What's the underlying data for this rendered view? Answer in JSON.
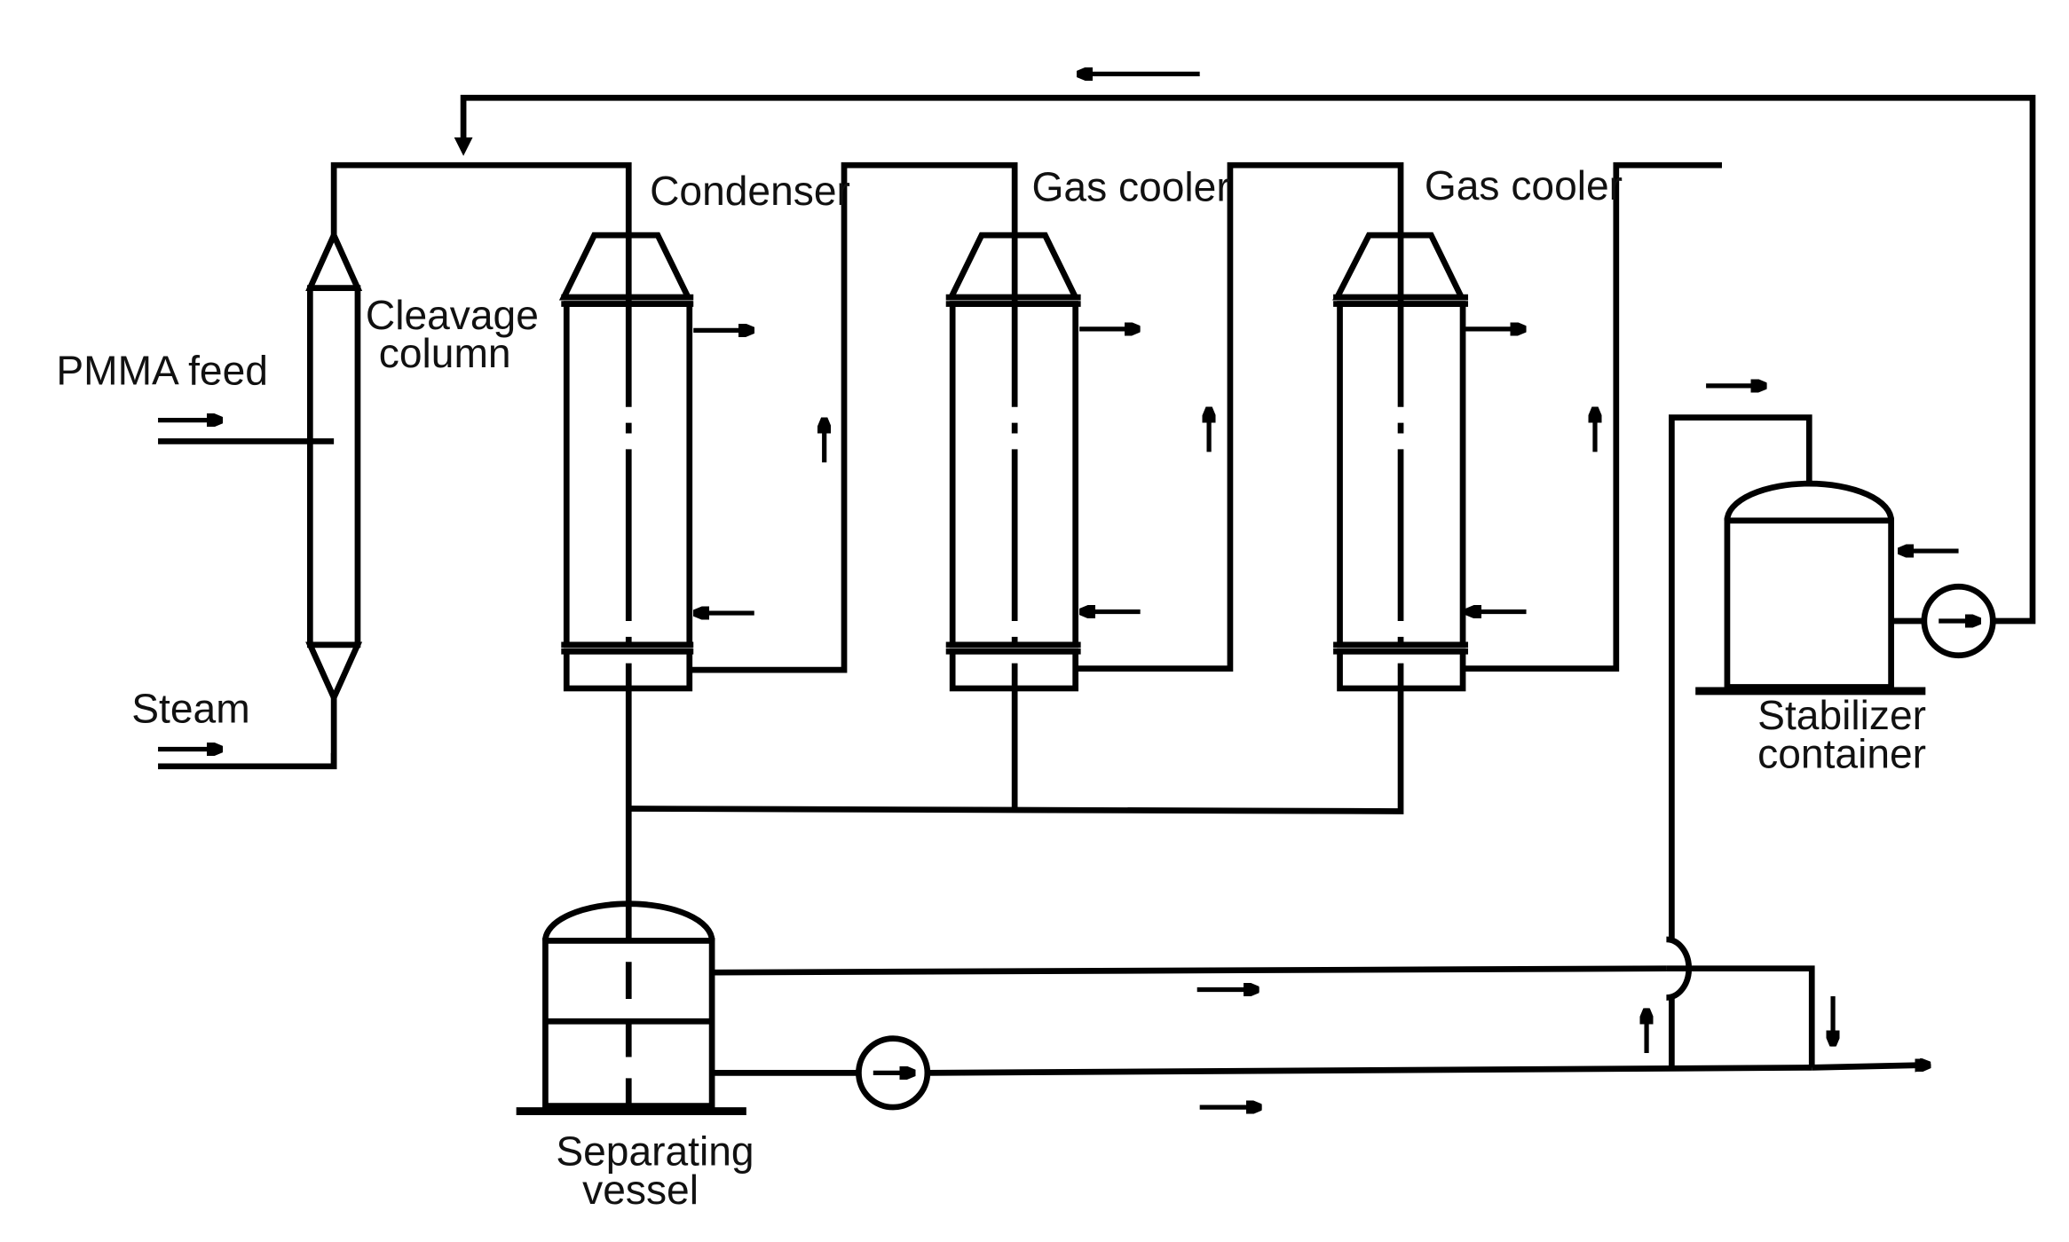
{
  "labels": {
    "pmma_feed": "PMMA feed",
    "steam": "Steam",
    "cleavage_column_l1": "Cleavage",
    "cleavage_column_l2": "column",
    "condenser": "Condenser",
    "gas_cooler_1": "Gas cooler",
    "gas_cooler_2": "Gas cooler",
    "stabilizer_l1": "Stabilizer",
    "stabilizer_l2": "container",
    "separating_l1": "Separating",
    "separating_l2": "vessel"
  },
  "colors": {
    "line": "#000000",
    "background": "#ffffff"
  },
  "icons": {
    "pump": "pump-icon",
    "flow_arrow": "flow-arrow-icon"
  }
}
